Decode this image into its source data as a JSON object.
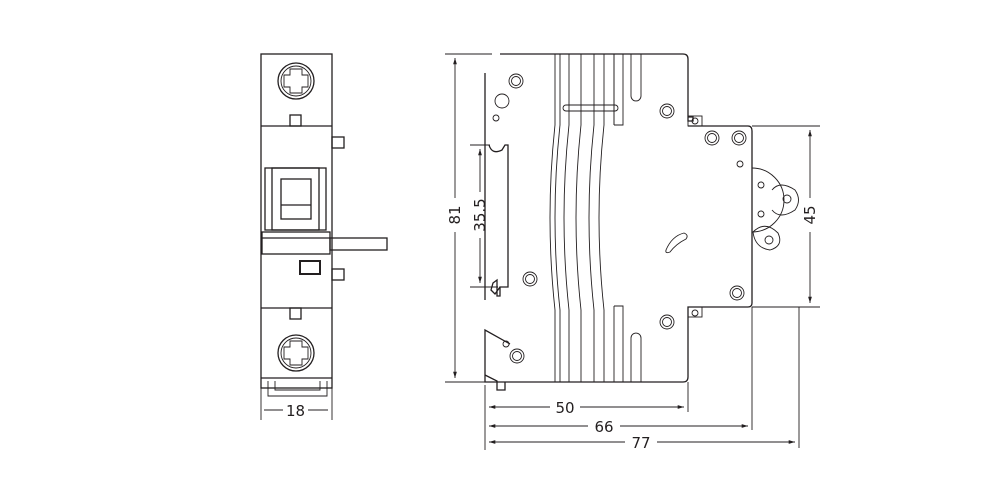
{
  "title": "Miniature circuit breaker dimension drawing",
  "dimensions": {
    "front_width": "18",
    "height": "81",
    "din_rail": "35.5",
    "front_depth": "45",
    "depth_50": "50",
    "depth_66": "66",
    "depth_77": "77"
  },
  "colors": {
    "line": "#231f20",
    "background": "#ffffff"
  }
}
